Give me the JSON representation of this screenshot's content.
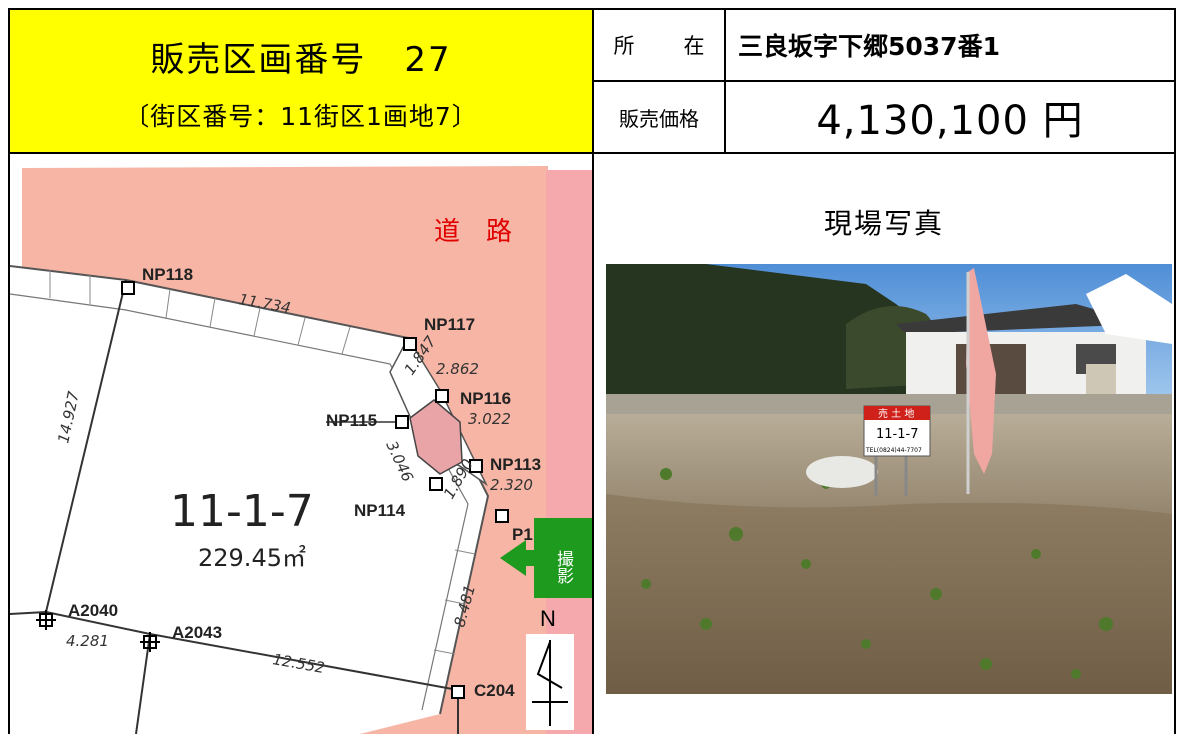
{
  "header": {
    "lot_title": "販売区画番号",
    "lot_number": "27",
    "block_note": "〔街区番号：11街区1画地7〕",
    "location_label": "所　在",
    "location_value": "三良坂字下郷5037番1",
    "price_label": "販売価格",
    "price_value": "4,130,100 円"
  },
  "map": {
    "road_label": "道　路",
    "lot_id": "11-1-7",
    "area": "229.45㎡",
    "photo_direction_label": "撮影",
    "north_label": "N",
    "points": [
      "NP118",
      "NP117",
      "NP116",
      "NP115",
      "NP113",
      "NP114",
      "P1",
      "A2040",
      "A2043",
      "C204"
    ],
    "distances": [
      "11.734",
      "2.862",
      "3.022",
      "1.847",
      "3.046",
      "2.320",
      "1.890",
      "14.927",
      "4.281",
      "12.552",
      "8.481"
    ]
  },
  "photo": {
    "title": "現場写真",
    "sign_header": "売 土 地",
    "sign_lot": "11-1-7",
    "sign_phone": "TEL(0824)44-7707"
  },
  "colors": {
    "title_bg": "#ffff00",
    "road": "#f7b6a5",
    "road_strip": "#f6a9ad",
    "arrow": "#1e9a1e",
    "road_text": "#e00000"
  }
}
